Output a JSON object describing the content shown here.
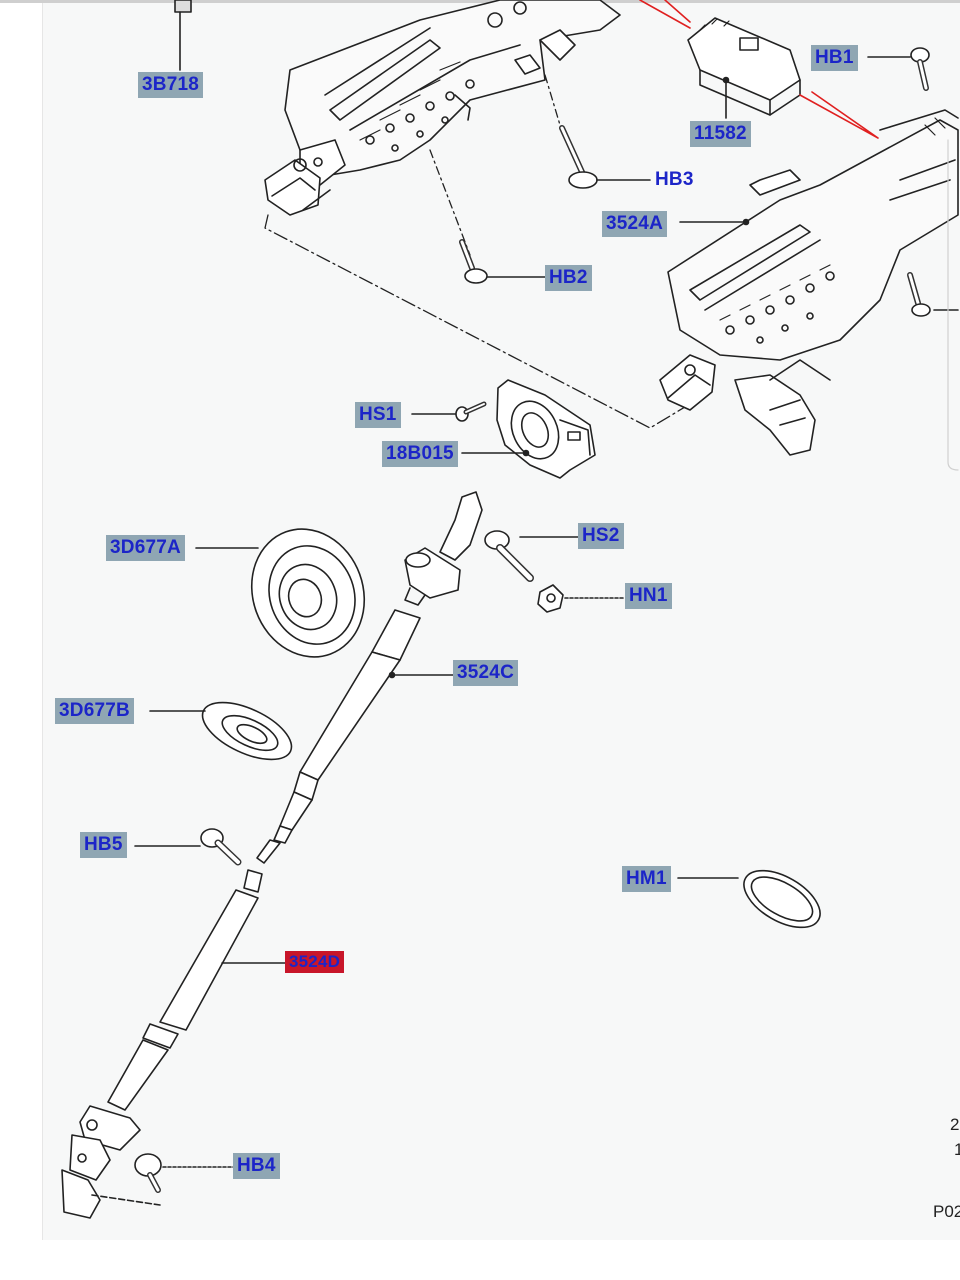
{
  "labels": {
    "3B718": "3B718",
    "HB1": "HB1",
    "11582": "11582",
    "HB3": "HB3",
    "3524A": "3524A",
    "HB2": "HB2",
    "HS1": "HS1",
    "18B015": "18B015",
    "HS2": "HS2",
    "HN1": "HN1",
    "3D677A": "3D677A",
    "3524C": "3524C",
    "3D677B": "3D677B",
    "HB5": "HB5",
    "HM1": "HM1",
    "3524D": "3524D",
    "HB4": "HB4"
  },
  "edge_text": {
    "ref_digit_1": "2",
    "ref_digit_2": "1",
    "page_code": "P02"
  },
  "colors": {
    "label_bg": "#8fa6b3",
    "label_text": "#1c25c8",
    "highlight_bg": "#c8162a",
    "line": "#222222",
    "pointer_red": "#e02020"
  }
}
